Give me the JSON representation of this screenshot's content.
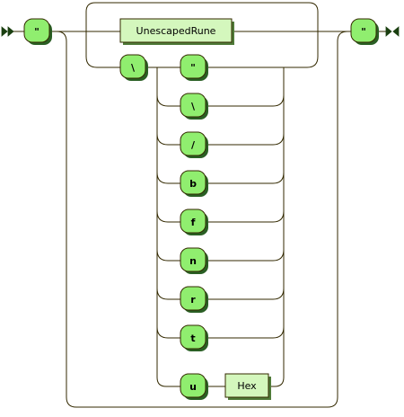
{
  "diagram": {
    "open_quote": "\"",
    "close_quote": "\"",
    "unescaped_rune": "UnescapedRune",
    "escape_char": "\\",
    "escape_options": [
      "\"",
      "\\",
      "/",
      "b",
      "f",
      "n",
      "r",
      "t",
      "u"
    ],
    "hex": "Hex"
  },
  "colors": {
    "terminal_fill": "#90ee6f",
    "nonterminal_fill": "#d4f7bd",
    "line": "#332900"
  }
}
